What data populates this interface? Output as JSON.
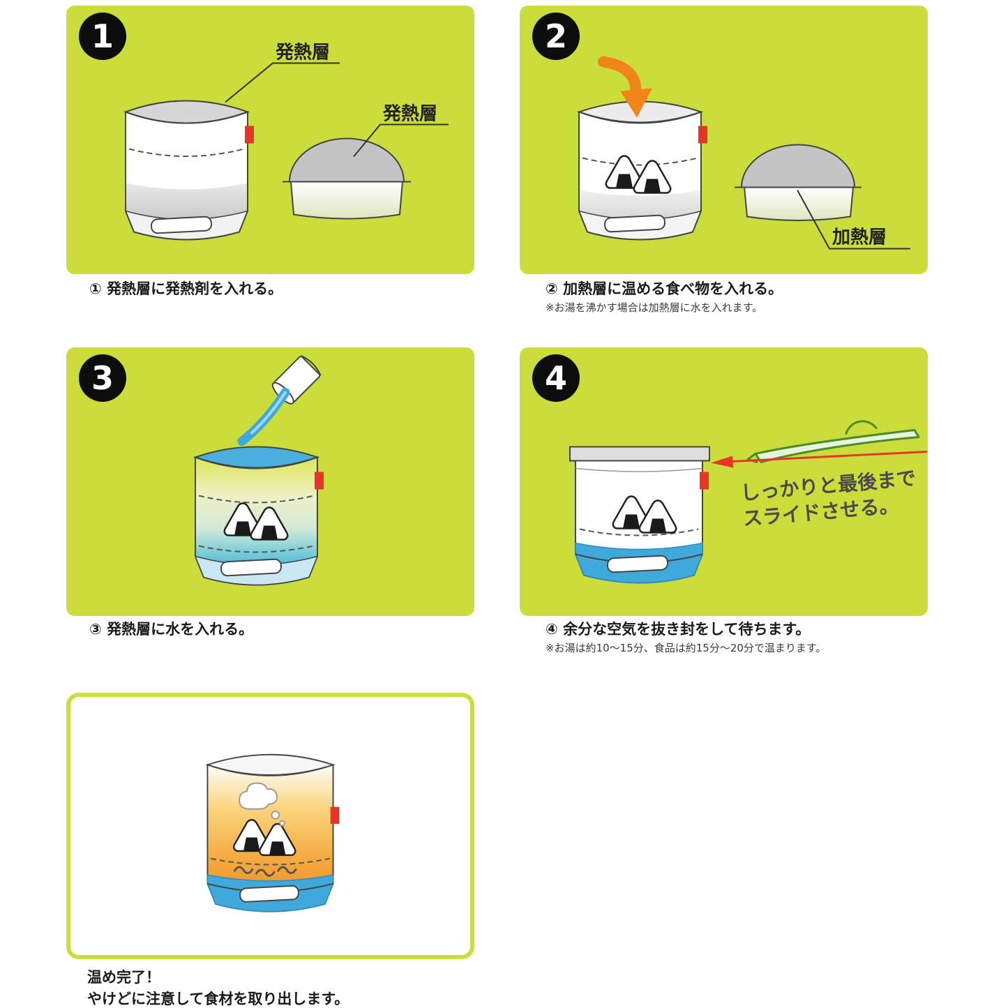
{
  "colors": {
    "panel_background": "#cbdd3a",
    "tab_red": "#e8352a",
    "arrow_orange": "#f08519",
    "water_blue": "#3fa9dc",
    "slider_green": "#4a8c2a",
    "heat_orange": "#ee8717"
  },
  "steps": [
    {
      "number": "1",
      "caption": "① 発熱層に発熱剤を入れる。",
      "label_top": "発熱層",
      "label_dome": "発熱層"
    },
    {
      "number": "2",
      "caption": "② 加熱層に温める食べ物を入れる。",
      "note": "※お湯を沸かす場合は加熱層に水を入れます。",
      "label_dome": "加熱層"
    },
    {
      "number": "3",
      "caption": "③ 発熱層に水を入れる。"
    },
    {
      "number": "4",
      "caption": "④ 余分な空気を抜き封をして待ちます。",
      "note": "※お湯は約10～15分、食品は約15分～20分で温まります。",
      "annotation_line1": "しっかりと最後まで",
      "annotation_line2": "スライドさせる。"
    }
  ],
  "final_step": {
    "caption_line1": "温め完了！",
    "caption_line2": "やけどに注意して食材を取り出します。"
  }
}
